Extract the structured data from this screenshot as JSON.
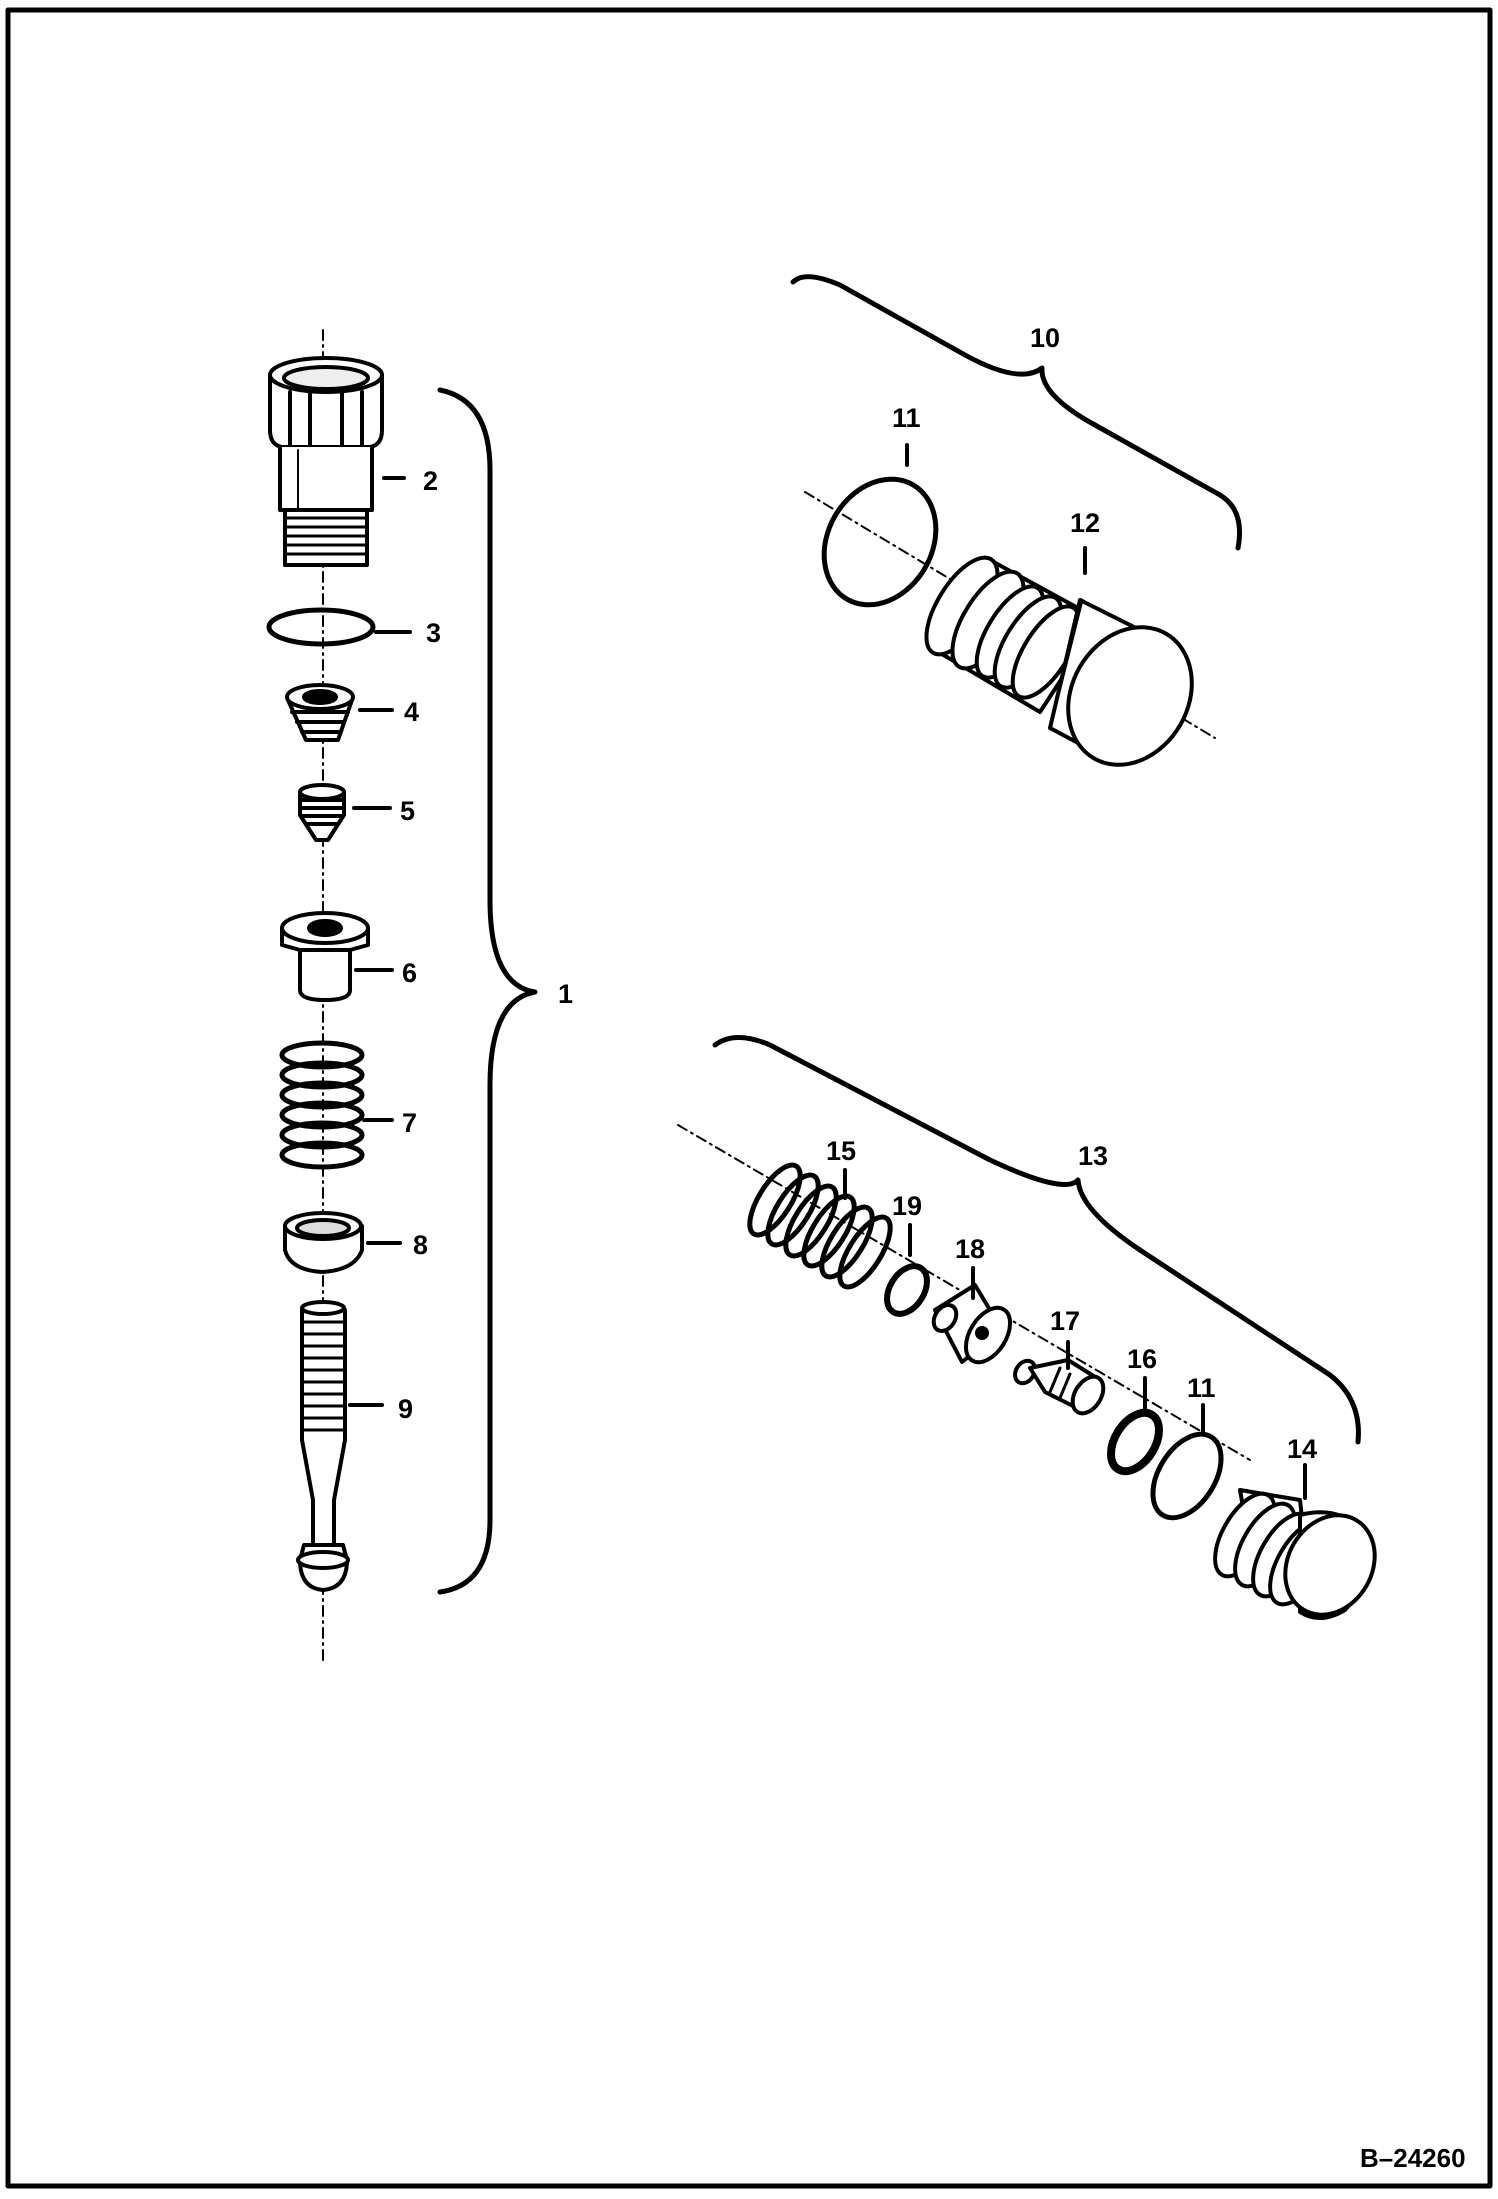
{
  "diagram": {
    "figure_id": "B–24260",
    "callouts": {
      "c1": "1",
      "c2": "2",
      "c3": "3",
      "c4": "4",
      "c5": "5",
      "c6": "6",
      "c7": "7",
      "c8": "8",
      "c9": "9",
      "c10": "10",
      "c11a": "11",
      "c12": "12",
      "c13": "13",
      "c14": "14",
      "c15": "15",
      "c16": "16",
      "c11b": "11",
      "c17": "17",
      "c18": "18",
      "c19": "19"
    }
  }
}
